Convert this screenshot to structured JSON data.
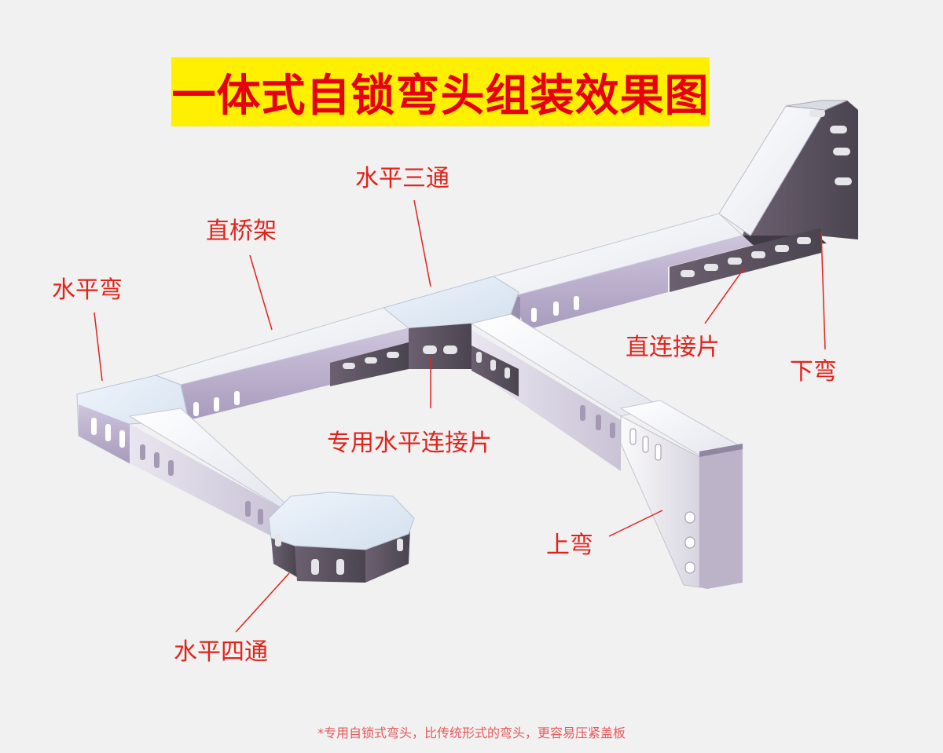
{
  "title": "一体式自锁弯头组装效果图",
  "labels": {
    "horizontal_tee": "水平三通",
    "straight_tray": "直桥架",
    "horizontal_bend": "水平弯",
    "straight_connector": "直连接片",
    "down_bend": "下弯",
    "special_horizontal_connector": "专用水平连接片",
    "up_bend": "上弯",
    "horizontal_cross": "水平四通"
  },
  "footnote": "*专用自锁式弯头，比传统形式的弯头，更容易压紧盖板",
  "colors": {
    "title_bg": "#ffef00",
    "title_text": "#e60012",
    "label_text": "#e2231a",
    "leader_line": "#e2231a",
    "background": "#f1f1f1"
  }
}
